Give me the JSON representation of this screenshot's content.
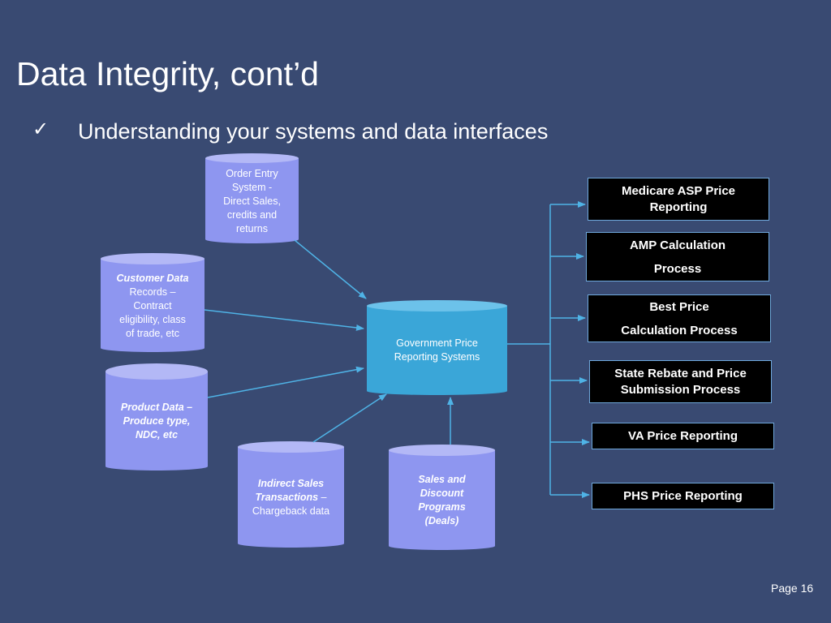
{
  "slide": {
    "title": "Data Integrity, cont’d",
    "checkmark": "✓",
    "bullet": "Understanding your systems and data interfaces",
    "page": "Page 16"
  },
  "sources": {
    "order_entry": {
      "line1": "Order Entry",
      "line2": "System  -",
      "line3": "Direct Sales,",
      "line4": "credits and",
      "line5": "returns"
    },
    "customer_data": {
      "bold": "Customer Data",
      "line2": "Records –",
      "line3": "Contract",
      "line4": "eligibility, class",
      "line5": "of trade, etc"
    },
    "product_data": {
      "line1": "Product Data –",
      "line2": "Produce type,",
      "line3": "NDC, etc"
    },
    "indirect_sales": {
      "line1": "Indirect Sales",
      "line2": "Transactions",
      "dash": " –",
      "line3": "Chargeback data"
    },
    "sales_discount": {
      "line1": "Sales and",
      "line2": "Discount",
      "line3": "Programs",
      "line4": "(Deals)"
    }
  },
  "hub": {
    "line1": "Government Price",
    "line2": "Reporting Systems"
  },
  "outputs": [
    {
      "line1": "Medicare ASP Price",
      "line2": "Reporting"
    },
    {
      "line1": "AMP Calculation",
      "line2": "Process"
    },
    {
      "line1": "Best Price",
      "line2": "Calculation Process"
    },
    {
      "line1": "State Rebate and Price",
      "line2": "Submission Process"
    },
    {
      "line1": "VA Price Reporting"
    },
    {
      "line1": "PHS Price Reporting"
    }
  ],
  "colors": {
    "background": "#394a72",
    "source_cylinder": "#8e96f0",
    "hub_cylinder": "#3aa6d8",
    "connector": "#4fb3e6",
    "output_box": "#000000"
  }
}
